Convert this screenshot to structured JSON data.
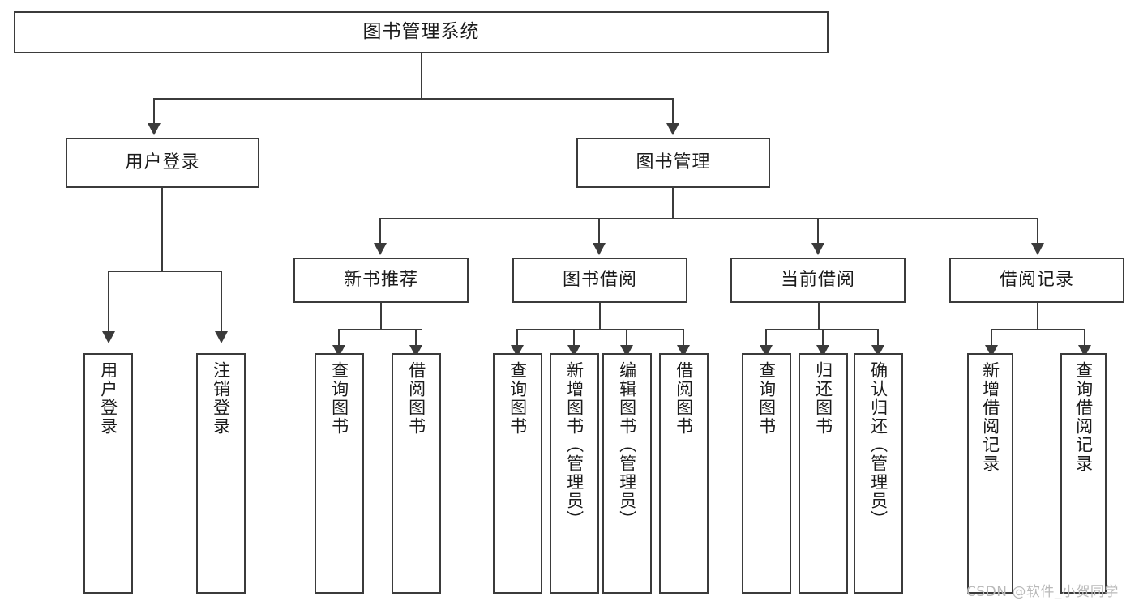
{
  "diagram": {
    "title": "图书管理系统",
    "type": "功能结构图",
    "root": {
      "label": "图书管理系统"
    },
    "level2": [
      {
        "label": "用户登录"
      },
      {
        "label": "图书管理"
      }
    ],
    "level3": [
      {
        "label": "新书推荐"
      },
      {
        "label": "图书借阅"
      },
      {
        "label": "当前借阅"
      },
      {
        "label": "借阅记录"
      }
    ],
    "leaves": {
      "user_login": [
        {
          "label": "用户登录"
        },
        {
          "label": "注销登录"
        }
      ],
      "new_book_recommend": [
        {
          "label": "查询图书"
        },
        {
          "label": "借阅图书"
        }
      ],
      "book_borrow": [
        {
          "label": "查询图书"
        },
        {
          "label": "新增图书（管理员）"
        },
        {
          "label": "编辑图书（管理员）"
        },
        {
          "label": "借阅图书"
        }
      ],
      "current_borrow": [
        {
          "label": "查询图书"
        },
        {
          "label": "归还图书"
        },
        {
          "label": "确认归还（管理员）"
        }
      ],
      "borrow_record": [
        {
          "label": "新增借阅记录"
        },
        {
          "label": "查询借阅记录"
        }
      ]
    },
    "watermark": "CSDN @软件_小贺同学",
    "colors": {
      "stroke": "#3b3b3b",
      "fill": "#ffffff",
      "text": "#1b1b1b",
      "watermark": "#b9b9b9"
    }
  }
}
